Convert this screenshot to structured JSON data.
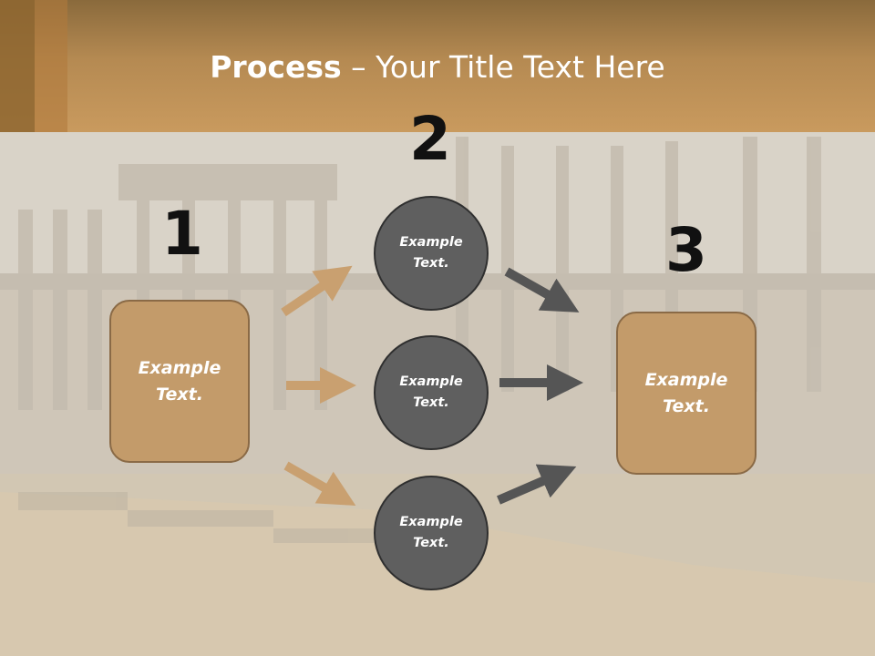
{
  "title": {
    "bold": "Process",
    "rest": " – Your Title Text Here"
  },
  "steps": {
    "one": {
      "number": "1",
      "text": "Example\nText."
    },
    "two": {
      "number": "2"
    },
    "three": {
      "number": "3",
      "text": "Example\nText."
    }
  },
  "circles": [
    {
      "text": "Example\nText."
    },
    {
      "text": "Example\nText."
    },
    {
      "text": "Example\nText."
    }
  ],
  "colors": {
    "tan_arrow": "#c9a070",
    "gray_arrow": "#555555",
    "box": "#c39b6a",
    "circle": "#5f5f5f"
  }
}
